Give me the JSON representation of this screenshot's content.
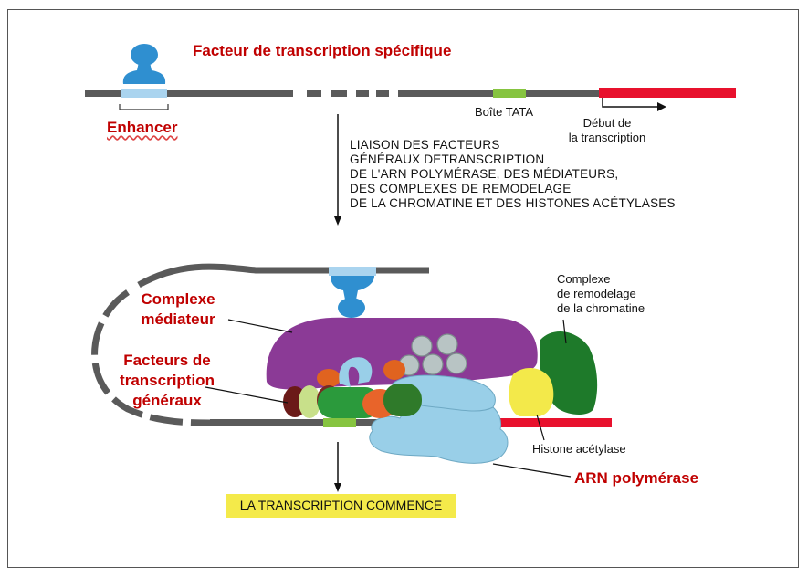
{
  "labels": {
    "facteur_specifique": "Facteur de transcription spécifique",
    "enhancer": "Enhancer",
    "boite_tata": "Boîte TATA",
    "debut_line1": "Début de",
    "debut_line2": "la transcription",
    "liaison": [
      "LIAISON DES FACTEURS",
      "GÉNÉRAUX DETRANSCRIPTION",
      "DE L'ARN POLYMÉRASE, DES MÉDIATEURS,",
      "DES COMPLEXES DE REMODELAGE",
      "DE LA CHROMATINE ET DES HISTONES ACÉTYLASES"
    ],
    "complexe_mediateur": [
      "Complexe",
      "médiateur"
    ],
    "facteurs_generaux": [
      "Facteurs de",
      "transcription",
      "généraux"
    ],
    "complexe_remodelage": [
      "Complexe",
      "de remodelage",
      "de la chromatine"
    ],
    "histone_acetylase": "Histone acétylase",
    "arn_polymerase": "ARN polymérase",
    "transcription_commence": "LA TRANSCRIPTION COMMENCE"
  },
  "colors": {
    "dna": "#5a5a5a",
    "enhancer": "#aad4ef",
    "tata": "#86c440",
    "transcribed": "#e8112d",
    "activator": "#2f8fd0",
    "mediator": "#8b3a96",
    "remodeling": "#1e7a2a",
    "acetylase": "#f3e94a",
    "polymerase": "#99cfe8",
    "label_red": "#c00000",
    "banner": "#f4ea4a"
  }
}
